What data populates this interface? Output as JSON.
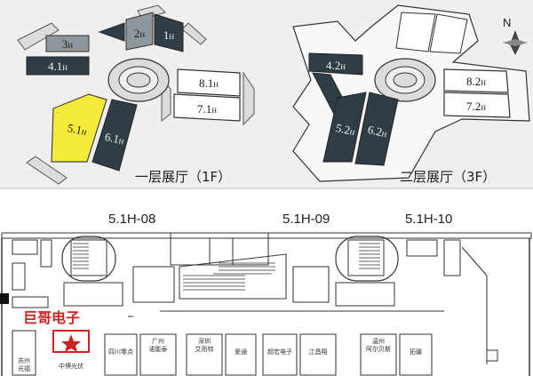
{
  "compass": {
    "letter": "N"
  },
  "floor1": {
    "caption": "一层展厅（1F）",
    "halls": {
      "h1": {
        "num": "1",
        "sub": "H"
      },
      "h2": {
        "num": "2",
        "sub": "H"
      },
      "h3": {
        "num": "3",
        "sub": "H"
      },
      "h4": {
        "num": "4.1",
        "sub": "H"
      },
      "h5": {
        "num": "5.1",
        "sub": "H"
      },
      "h6": {
        "num": "6.1",
        "sub": "H"
      },
      "h7": {
        "num": "7.1",
        "sub": "H"
      },
      "h8": {
        "num": "8.1",
        "sub": "H"
      }
    }
  },
  "floor3": {
    "caption": "二层展厅（3F）",
    "halls": {
      "h4": {
        "num": "4.2",
        "sub": "H"
      },
      "h5": {
        "num": "5.2",
        "sub": "H"
      },
      "h6": {
        "num": "6.2",
        "sub": "H"
      },
      "h7": {
        "num": "7.2",
        "sub": "H"
      },
      "h8": {
        "num": "8.2",
        "sub": "H"
      }
    }
  },
  "detail": {
    "sections": [
      "5.1H-08",
      "5.1H-09",
      "5.1H-10"
    ],
    "company": "巨哥电子",
    "booths": [
      {
        "name": "苏州\n光福"
      },
      {
        "name": "中博光伏"
      },
      {
        "name": "四川零点"
      },
      {
        "name": "广州\n诺能泰"
      },
      {
        "name": "深圳\n艾而特"
      },
      {
        "name": "爱通"
      },
      {
        "name": "超宏电子"
      },
      {
        "name": "江昌翔"
      },
      {
        "name": "温州\n阿尔贝斯"
      },
      {
        "name": "拓疆"
      }
    ]
  },
  "colors": {
    "hall_dark": "#2f3e46",
    "hall_gray": "#8f979c",
    "hall_highlight": "#f3ea3a",
    "brand_red": "#d12020"
  }
}
